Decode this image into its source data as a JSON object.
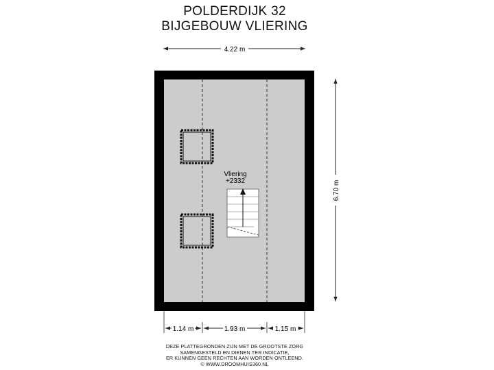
{
  "title": {
    "line1": "POLDERDIJK 32",
    "line2": "BIJGEBOUW VLIERING"
  },
  "dimensions": {
    "width_total": "4.22 m",
    "height_total": "6.70 m",
    "bottom_left": "1.14 m",
    "bottom_middle": "1.93 m",
    "bottom_right": "1.15 m"
  },
  "room": {
    "name": "Vliering",
    "level": "+2332"
  },
  "disclaimer": {
    "line1": "DEZE PLATTEGRONDEN ZIJN MET DE GROOTSTE ZORG",
    "line2": "SAMENGESTELD EN DIENEN TER INDICATIE,",
    "line3": "ER KUNNEN GEEN RECHTEN AAN WORDEN ONTLEEND.",
    "line4": "© WWW.DROOMHUIS360.NL"
  },
  "colors": {
    "wall": "#000000",
    "floor": "#cccccc",
    "stair": "#ffffff"
  }
}
